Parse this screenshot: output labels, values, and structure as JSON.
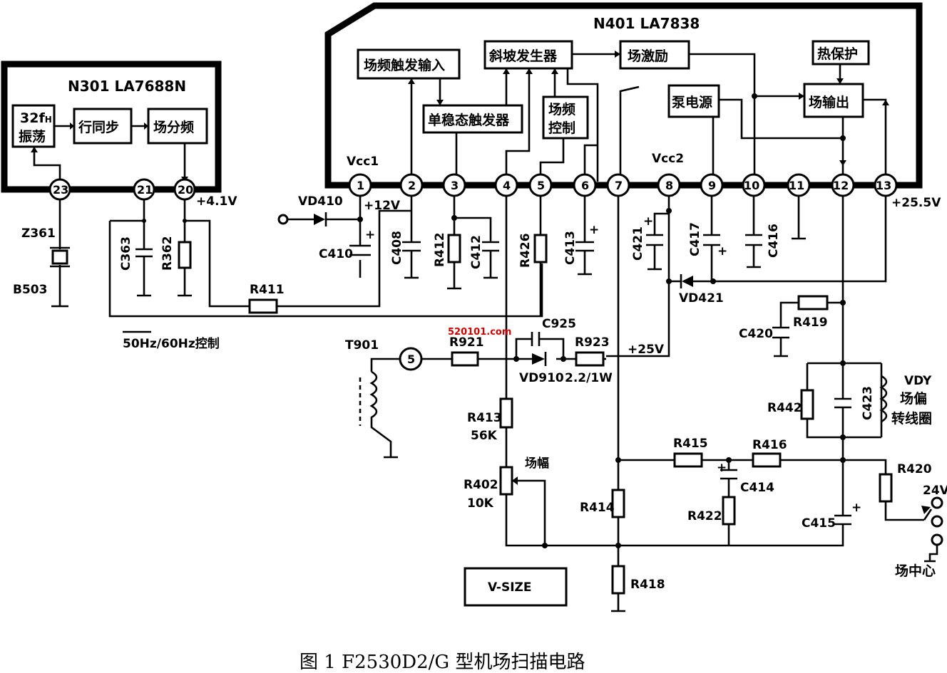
{
  "n301": {
    "title": "N301  LA7688N",
    "blocks": [
      "32fH\n振荡",
      "行同步",
      "场分频"
    ],
    "pins": [
      "23",
      "21",
      "20"
    ]
  },
  "n401": {
    "title": "N401  LA7838",
    "blocks": [
      "场频触发输入",
      "斜坡发生器",
      "场激励",
      "热保护",
      "单稳态触发器",
      "场频\n控制",
      "泵电源",
      "场输出"
    ],
    "pins": [
      "1",
      "2",
      "3",
      "4",
      "5",
      "6",
      "7",
      "8",
      "9",
      "10",
      "11",
      "12",
      "13"
    ]
  },
  "labels": {
    "vcc1": "Vcc1",
    "vcc2": "Vcc2",
    "v41": "+4.1V",
    "v12": "+12V",
    "v255": "+25.5V",
    "v25": "+25V",
    "v24": "24V",
    "vd410": "VD410",
    "vd421": "VD421",
    "vd910": "VD910",
    "r923_val": "2.2/1W",
    "z361": "Z361",
    "b503": "B503",
    "c363": "C363",
    "r362": "R362",
    "r411": "R411",
    "ctrl": "50Hz/60Hz控制",
    "c410": "C410",
    "c408": "C408",
    "r412": "R412",
    "c412": "C412",
    "r426": "R426",
    "c413": "C413",
    "c421": "C421",
    "c417": "C417",
    "c416": "C416",
    "c925": "C925",
    "r921": "R921",
    "r923": "R923",
    "t901": "T901",
    "pin5": "5",
    "r413": "R413",
    "r413_val": "56K",
    "r402": "R402",
    "r402_val": "10K",
    "changfu": "场幅",
    "r414": "R414",
    "r418": "R418",
    "r415": "R415",
    "r416": "R416",
    "c414": "C414",
    "r422": "R422",
    "c415": "C415",
    "r420": "R420",
    "r419": "R419",
    "c420": "C420",
    "r442": "R442",
    "c423": "C423",
    "vdy": "VDY",
    "vdy2": "场偏",
    "vdy3": "转线圈",
    "center": "场中心",
    "vsize": "V-SIZE",
    "watermark": "520101.com"
  },
  "caption": "图 1    F2530D2/G 型机场扫描电路"
}
